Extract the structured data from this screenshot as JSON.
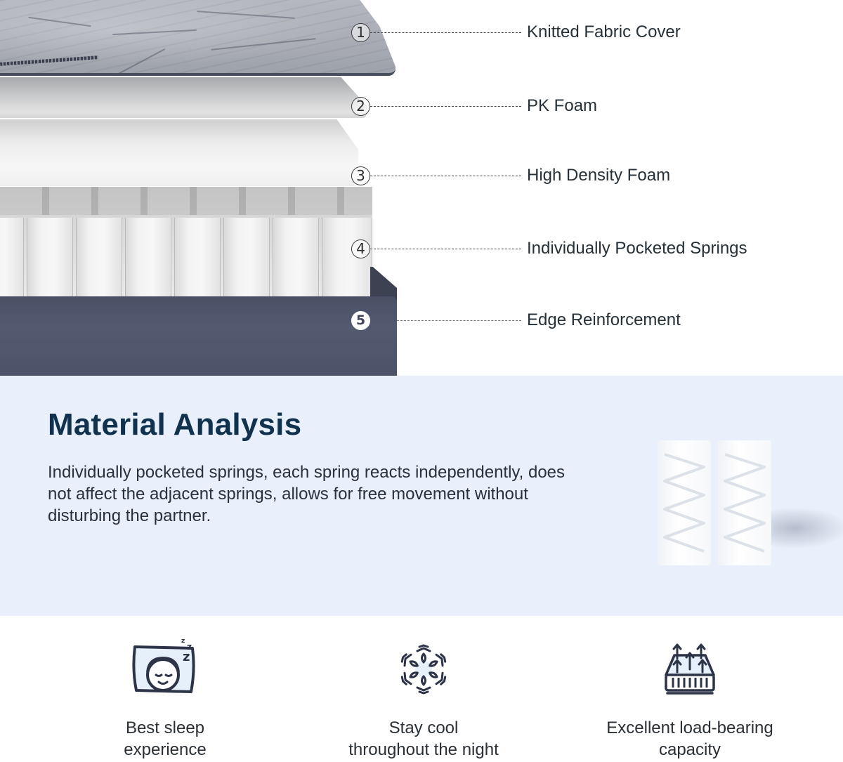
{
  "diagram": {
    "layers": [
      {
        "number": "1",
        "label": "Knitted Fabric Cover"
      },
      {
        "number": "2",
        "label": "PK Foam"
      },
      {
        "number": "3",
        "label": "High Density Foam"
      },
      {
        "number": "4",
        "label": "Individually Pocketed Springs"
      },
      {
        "number": "5",
        "label": "Edge Reinforcement"
      }
    ],
    "colors": {
      "cover": "#a9acb5",
      "edge": "#4f556b",
      "foam": "#ececec"
    }
  },
  "analysis": {
    "title": "Material Analysis",
    "body": "Individually pocketed springs, each spring reacts independently, does not affect the adjacent springs, allows for free movement without disturbing the partner.",
    "background": "#e9f0fb",
    "title_color": "#10324f"
  },
  "features": [
    {
      "icon": "sleeping-face-pillow-icon",
      "line1": "Best sleep",
      "line2": "experience"
    },
    {
      "icon": "snowflake-icon",
      "line1": "Stay cool",
      "line2": "throughout the night"
    },
    {
      "icon": "mattress-load-arrows-icon",
      "line1": "Excellent load-bearing",
      "line2": "capacity"
    }
  ]
}
